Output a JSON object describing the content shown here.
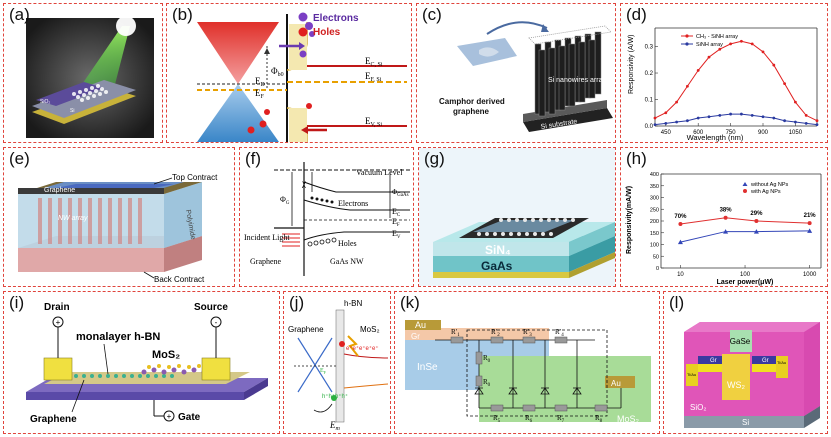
{
  "panels": {
    "a": {
      "label": "(a)",
      "tags": [
        "SiO₂",
        "Si"
      ]
    },
    "b": {
      "label": "(b)",
      "legend": [
        "Electrons",
        "Holes"
      ],
      "ed": "E",
      "ed_sub": "D",
      "ef": "E",
      "ef_sub": "F",
      "phi": "Φ",
      "phi_sub": "b0",
      "ec": "E",
      "ec_sub": "C, Si",
      "efsi": "E",
      "efsi_sub": "F, Si",
      "ev": "E",
      "ev_sub": "V, Si"
    },
    "c": {
      "label": "(c)",
      "left_text": [
        "Camphor derived",
        "graphene"
      ],
      "arr": "Si nanowires arrays",
      "sub": "Si substrate"
    },
    "d": {
      "label": "(d)",
      "legend": [
        "CH₃ - SiNH array",
        "SiNH array"
      ],
      "xlabel": "Wavelength (nm)",
      "ylabel": "Responsivity (A/W)",
      "xticks": [
        "450",
        "600",
        "750",
        "900",
        "1050"
      ],
      "yticks": [
        "0.0",
        "0.1",
        "0.2",
        "0.3"
      ]
    },
    "e": {
      "label": "(e)",
      "tags": [
        "Top Contract",
        "Graphene",
        "NW array",
        "Polyimide",
        "Back Contract"
      ]
    },
    "f": {
      "label": "(f)",
      "tags": [
        "Vacuum Level",
        "Electrons",
        "Incident Light",
        "Holes",
        "Graphene",
        "GaAs NW"
      ],
      "phig": "Φ",
      "phig_sub": "G",
      "chi": "χ",
      "phigaas": "Φ",
      "phigaas_sub": "GaAs",
      "ec": "E",
      "ec_sub": "C",
      "ef": "E",
      "ef_sub": "F",
      "ev": "E",
      "ev_sub": "V"
    },
    "g": {
      "label": "(g)",
      "layers": [
        "SiN₄",
        "GaAs"
      ]
    },
    "h": {
      "label": "(h)",
      "legend": [
        "without Ag NPs",
        "with Ag NPs"
      ],
      "xlabel": "Laser power(μW)",
      "ylabel": "Responsivity(mA/W)",
      "xticks": [
        "10",
        "100",
        "1000"
      ],
      "yticks": [
        "0",
        "50",
        "100",
        "150",
        "200",
        "250",
        "300",
        "350",
        "400"
      ],
      "annotations": [
        "70%",
        "38%",
        "29%",
        "21%"
      ]
    },
    "i": {
      "label": "(i)",
      "tags": [
        "Drain",
        "Source",
        "monalayer h-BN",
        "MoS₂",
        "Graphene",
        "Gate"
      ],
      "plus": "+",
      "minus": "-",
      "gate_plus": "+"
    },
    "j": {
      "label": "(j)",
      "tags": [
        "h-BN",
        "Graphene",
        "MoS₂"
      ],
      "ef": "E",
      "ef_sub": "F",
      "elec": "e⁺e⁺e⁺e⁺e⁺",
      "holes": "h⁺h⁺h⁺h⁺",
      "en": "E",
      "en_sub": "m"
    },
    "k": {
      "label": "(k)",
      "tags": [
        "Au",
        "Gr",
        "InSe",
        "Au",
        "MoS₂"
      ],
      "r1p": "R′",
      "r1p_sub": "1",
      "r2p": "R′",
      "r2p_sub": "2",
      "r3p": "R′",
      "r3p_sub": "3",
      "r4p": "R′",
      "r4p_sub": "4",
      "r0": "R",
      "r0_sub": "0",
      "r5": "R",
      "r5_sub": "5",
      "r6": "R",
      "r6_sub": "6",
      "r7": "R",
      "r7_sub": "7",
      "r8": "R",
      "r8_sub": "8"
    },
    "l": {
      "label": "(l)",
      "tags": [
        "GaSe",
        "Gr",
        "Gr",
        "Ti/Au",
        "Ti/Au",
        "WS₂",
        "SiO₂",
        "Si"
      ]
    }
  },
  "chart_data": [
    {
      "type": "line",
      "panel": "d",
      "xlabel": "Wavelength (nm)",
      "ylabel": "Responsivity (A/W)",
      "xlim": [
        400,
        1150
      ],
      "ylim": [
        0,
        0.37
      ],
      "series": [
        {
          "name": "CH₃ - SiNH array",
          "color": "#e02020",
          "x": [
            400,
            450,
            500,
            550,
            600,
            650,
            700,
            750,
            800,
            850,
            900,
            950,
            1000,
            1050,
            1100,
            1150
          ],
          "y": [
            0.03,
            0.05,
            0.09,
            0.15,
            0.21,
            0.26,
            0.29,
            0.31,
            0.32,
            0.31,
            0.28,
            0.23,
            0.16,
            0.09,
            0.04,
            0.02
          ]
        },
        {
          "name": "SiNH array",
          "color": "#2a3aa0",
          "x": [
            400,
            450,
            500,
            550,
            600,
            650,
            700,
            750,
            800,
            850,
            900,
            950,
            1000,
            1050,
            1100,
            1150
          ],
          "y": [
            0.005,
            0.01,
            0.015,
            0.02,
            0.03,
            0.035,
            0.04,
            0.045,
            0.045,
            0.04,
            0.035,
            0.03,
            0.02,
            0.015,
            0.01,
            0.005
          ]
        }
      ]
    },
    {
      "type": "line",
      "panel": "h",
      "xlabel": "Laser power(μW)",
      "ylabel": "Responsivity(mA/W)",
      "xscale": "log",
      "xlim": [
        5,
        1500
      ],
      "ylim": [
        0,
        400
      ],
      "series": [
        {
          "name": "without Ag NPs",
          "color": "#3346b8",
          "x": [
            10,
            50,
            150,
            1000
          ],
          "y": [
            110,
            155,
            155,
            158
          ]
        },
        {
          "name": "with Ag NPs",
          "color": "#e03030",
          "x": [
            10,
            50,
            150,
            1000
          ],
          "y": [
            187,
            214,
            200,
            191
          ]
        }
      ],
      "annotations": [
        {
          "x": 10,
          "text": "70%"
        },
        {
          "x": 50,
          "text": "38%"
        },
        {
          "x": 150,
          "text": "29%"
        },
        {
          "x": 1000,
          "text": "21%"
        }
      ]
    }
  ]
}
